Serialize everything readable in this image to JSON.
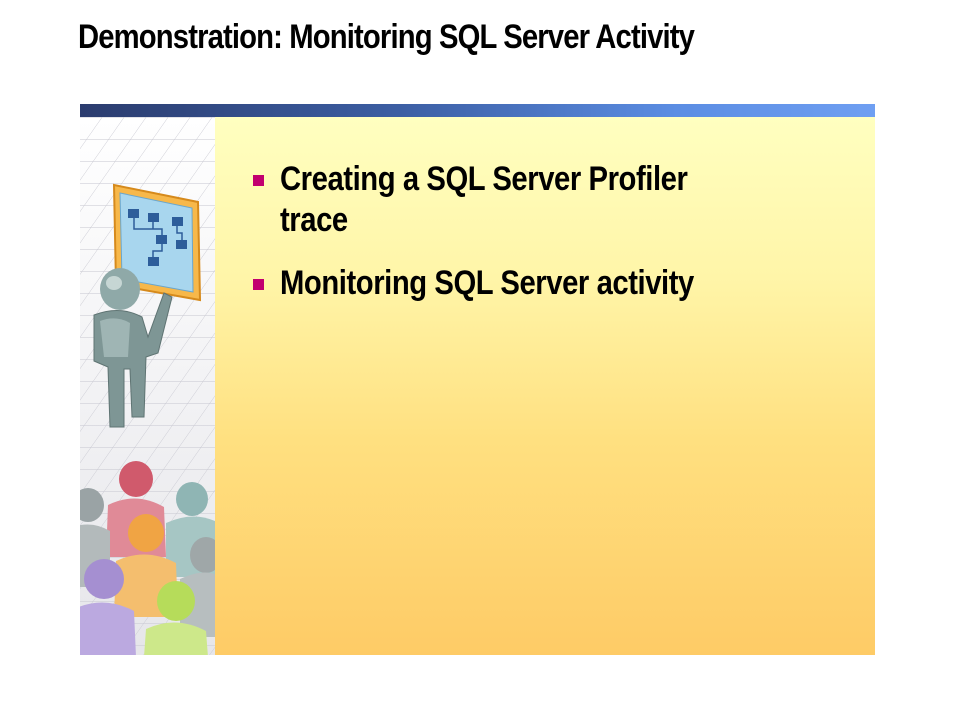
{
  "slide": {
    "title": "Demonstration: Monitoring SQL Server Activity",
    "bullets": [
      "Creating a SQL Server Profiler trace",
      "Monitoring SQL Server activity"
    ]
  },
  "colors": {
    "title_bar_dark": "#2b3c6e",
    "title_bar_light": "#6f9ff2",
    "bullet_marker": "#c2006f",
    "content_top": "#ffffc0",
    "content_bottom": "#fecb66"
  },
  "icons": {
    "side_art": "presenter-with-audience-illustration",
    "diagram": "flowchart-diagram-icon"
  }
}
